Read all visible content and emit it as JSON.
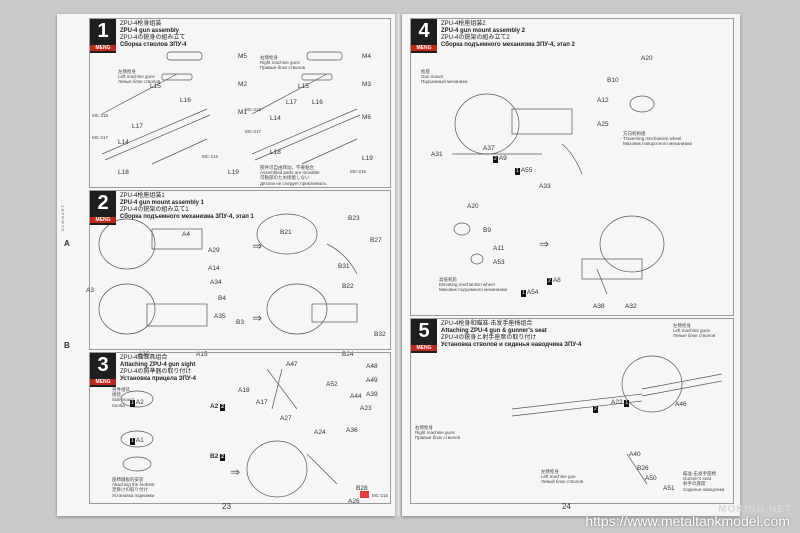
{
  "brand": "MENG",
  "left_page": {
    "number": "23",
    "side_text": "SUMMARY",
    "steps": [
      {
        "num": "1",
        "title_cn": "ZPU-4枪身组装",
        "title_en": "ZPU-4 gun assembly",
        "title_jp": "ZPU-4の銃身の組み立て",
        "title_ru": "Сборка стволов ЗПУ-4",
        "labels": [
          "M5",
          "M4",
          "M2",
          "M1",
          "M3",
          "M6",
          "L15",
          "L17",
          "L14",
          "L16",
          "L18",
          "L19",
          "L15",
          "L17",
          "L14",
          "L16",
          "L18",
          "L19"
        ],
        "notes": [
          "左侧枪身",
          "Left machine guns",
          "Левые блок стволов",
          "右侧枪身",
          "Right machine guns",
          "Правые блок стволов",
          "MC-215",
          "MC-217",
          "MC-215",
          "MC-217",
          "MC-215",
          "MC-215",
          "部件可自由转动，不要粘合",
          "Assembled parts are movable",
          "可動部のため接着しない",
          "Детали не следует приклеивать"
        ]
      },
      {
        "num": "2",
        "title_cn": "ZPU-4枪座组装1",
        "title_en": "ZPU-4 gun mount assembly 1",
        "title_jp": "ZPU-4の銃架の組み立て1",
        "title_ru": "Сборка подъемного механизма ЗПУ-4, этап 1",
        "labels": [
          "A4",
          "A29",
          "A14",
          "A34",
          "A3",
          "B4",
          "A35",
          "B3",
          "A30",
          "A15",
          "B21",
          "B23",
          "B27",
          "B31",
          "B22",
          "B32",
          "B24"
        ],
        "markers": [
          "A",
          "B"
        ]
      },
      {
        "num": "3",
        "title_cn": "ZPU-4瞄准具组合",
        "title_en": "Attaching ZPU-4 gun sight",
        "title_jp": "ZPU-4の照準器の取り付け",
        "title_ru": "Установка прицела ЗПУ-4",
        "labels": [
          "A47",
          "A48",
          "A49",
          "A39",
          "A18",
          "A17",
          "A52",
          "A44",
          "A23",
          "A27",
          "A24",
          "A36",
          "B28",
          "A26",
          "A2",
          "A1",
          "A2",
          "A1",
          "B2",
          "B2"
        ],
        "notes": [
          "另件组装",
          "组装",
          "Sub-mount",
          "Скоба",
          "座椅踏板的安装",
          "Attaching the footrest",
          "足掛けの取り付け",
          "Установка подножки",
          "MC-215"
        ]
      }
    ]
  },
  "right_page": {
    "number": "24",
    "steps": [
      {
        "num": "4",
        "title_cn": "ZPU-4枪座组装2",
        "title_en": "ZPU-4 gun mount assembly 2",
        "title_jp": "ZPU-4の銃架の組み立て2",
        "title_ru": "Сборка подъемного механизма ЗПУ-4, этап 2",
        "labels": [
          "A20",
          "B10",
          "A12",
          "A25",
          "A31",
          "A37",
          "A9",
          "A55",
          "A33",
          "A20",
          "B9",
          "A11",
          "A53",
          "A8",
          "A54",
          "A38",
          "A32"
        ],
        "notes": [
          "枪座",
          "Gun mount",
          "Подъемный механизм",
          "方向机构组",
          "Traversing mechanism wheel",
          "Маховик поворотного механизма",
          "高低机轮",
          "Elevating mechanism wheel",
          "Маховик подъемного механизма"
        ]
      },
      {
        "num": "5",
        "title_cn": "ZPU-4枪身和瞄准-击发手座椅组合",
        "title_en": "Attaching ZPU-4 gun & gunner's seat",
        "title_jp": "ZPU-4の銃身と射手座席の取り付け",
        "title_ru": "Установка стволов и сиденья наводчика ЗПУ-4",
        "labels": [
          "A22",
          "A46",
          "A40",
          "B26",
          "A50",
          "A51"
        ],
        "notes": [
          "左侧枪身",
          "Left machine guns",
          "Левые блок стволов",
          "左侧枪身",
          "Left machine gun",
          "Левый блок стволов",
          "右侧枪身",
          "Right machine guns",
          "Правые блок стволов",
          "瞄准-击发手座椅",
          "Gunner's seat",
          "射手の座席",
          "Сиденье наводчика"
        ]
      }
    ]
  },
  "watermarks": {
    "small": "MOKING.NET",
    "url": "https://www.metaltankmodel.com"
  }
}
